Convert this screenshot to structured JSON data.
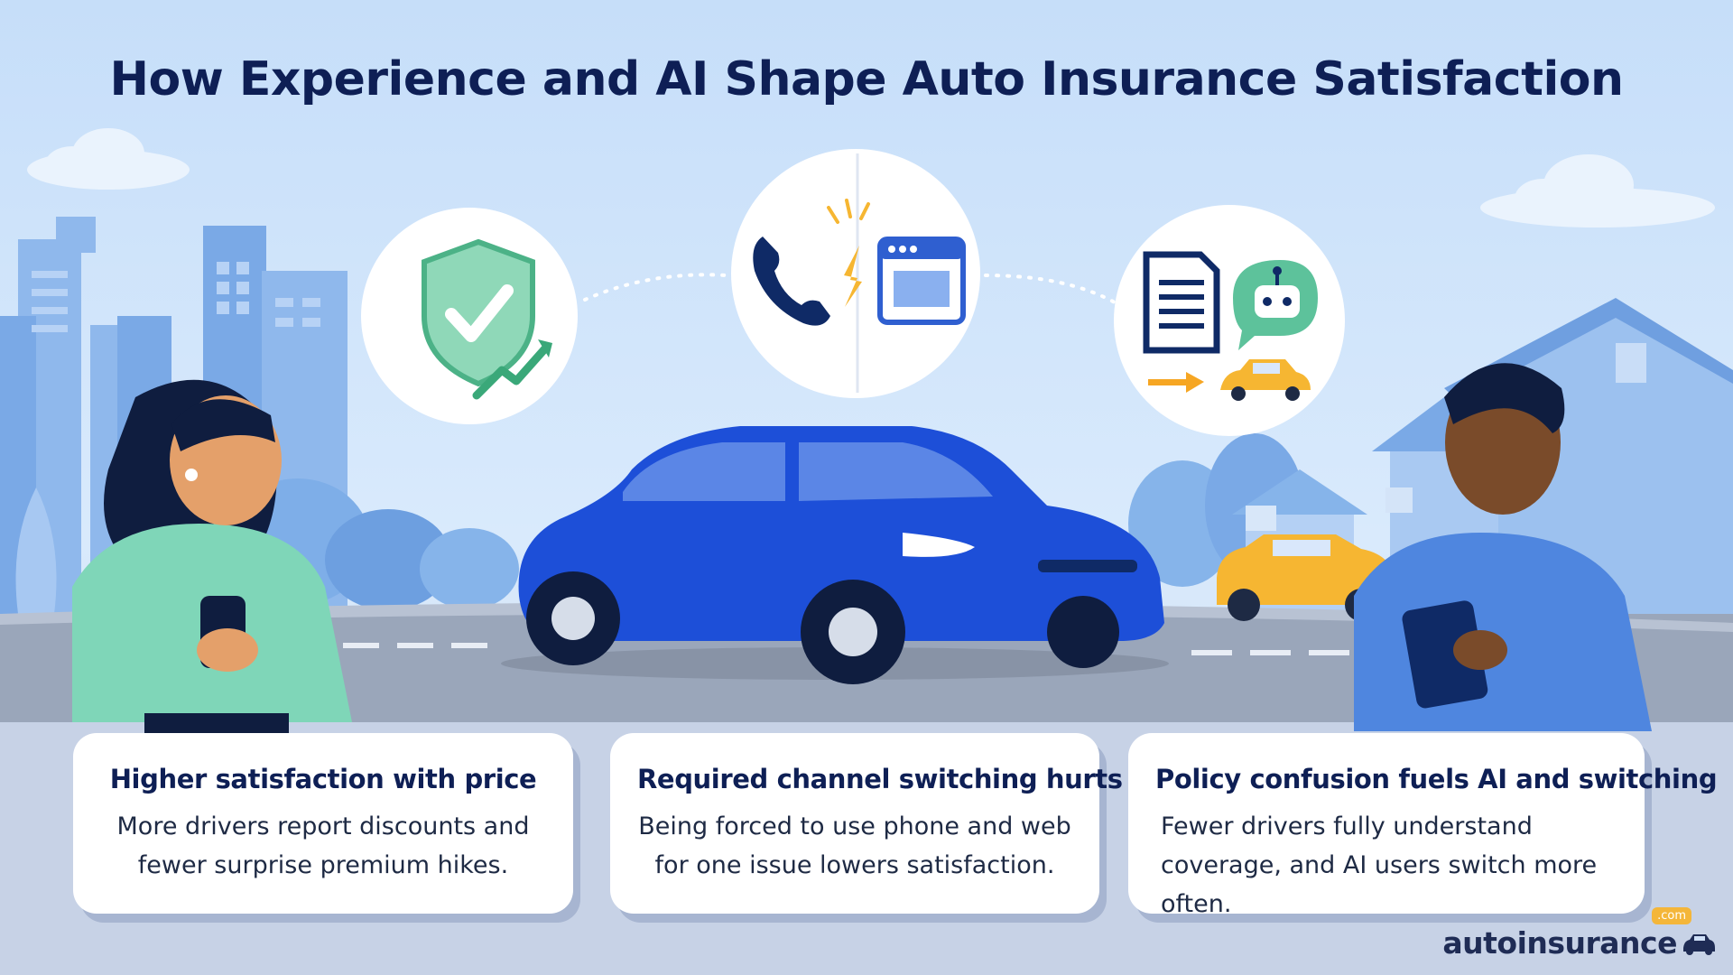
{
  "title": "How Experience and AI Shape Auto Insurance Satisfaction",
  "cards": [
    {
      "heading": "Higher satisfaction with price",
      "line1": "More drivers report discounts and",
      "line2": "fewer surprise premium hikes."
    },
    {
      "heading": "Required channel switching hurts",
      "line1": "Being forced to use phone and web",
      "line2": "for one issue lowers satisfaction."
    },
    {
      "heading": "Policy confusion fuels AI and switching",
      "line1": "Fewer drivers fully understand",
      "line2": "coverage, and AI users switch more often."
    }
  ],
  "brand": {
    "name": "autoinsurance",
    "tld": ".com"
  },
  "icons": [
    "shield-check-icon",
    "phone-icon",
    "browser-window-icon",
    "document-icon",
    "chatbot-icon",
    "arrow-right-icon",
    "car-icon"
  ],
  "colors": {
    "sky": "#cfe4fb",
    "title": "#0e1f55",
    "main_car": "#1d4fd8",
    "accent_car": "#f6b632",
    "shield": "#5dc29b",
    "road": "#9fa9bb"
  }
}
